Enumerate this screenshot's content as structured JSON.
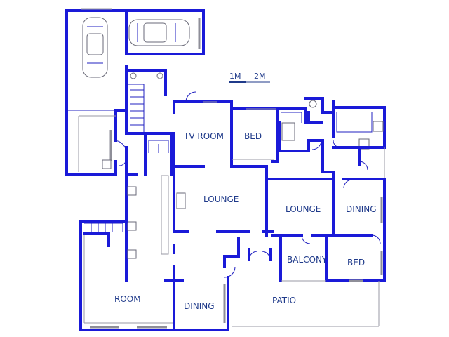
{
  "rooms": {
    "tv_room": "TV ROOM",
    "bed_1": "BED",
    "lounge_main": "LOUNGE",
    "lounge_2": "LOUNGE",
    "dining_2": "DINING",
    "balcony": "BALCONY",
    "bed_2": "BED",
    "room": "ROOM",
    "dining_main": "DINING",
    "patio": "PATIO"
  },
  "scale": {
    "label_1m": "1M",
    "label_2m": "2M"
  },
  "colors": {
    "walls": "#1a1ad8",
    "labels": "#1f3a8a",
    "thin_lines": "#9a9aa6"
  }
}
